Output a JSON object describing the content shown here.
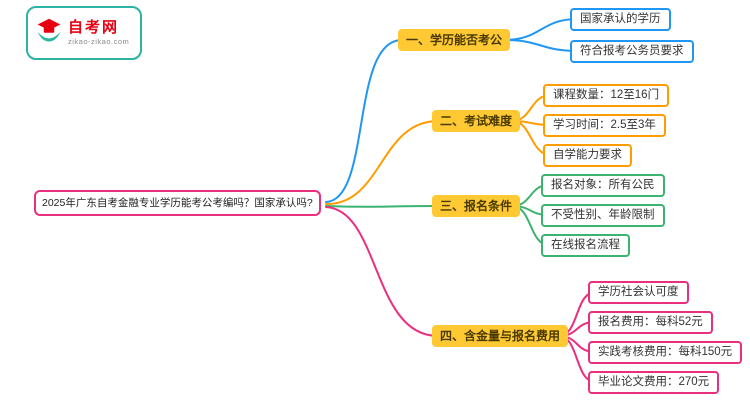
{
  "logo": {
    "title": "自考网",
    "subtitle": "zikao-zikao.com"
  },
  "root": {
    "label": "2025年广东自考金融专业学历能考公考编吗？国家承认吗?"
  },
  "branches": [
    {
      "label": "一、学历能否考公",
      "color": "blue",
      "children": [
        "国家承认的学历",
        "符合报考公务员要求"
      ]
    },
    {
      "label": "二、考试难度",
      "color": "orange",
      "children": [
        "课程数量：12至16门",
        "学习时间：2.5至3年",
        "自学能力要求"
      ]
    },
    {
      "label": "三、报名条件",
      "color": "green",
      "children": [
        "报名对象：所有公民",
        "不受性别、年龄限制",
        "在线报名流程"
      ]
    },
    {
      "label": "四、含金量与报名费用",
      "color": "pink",
      "children": [
        "学历社会认可度",
        "报名费用：每科52元",
        "实践考核费用：每科150元",
        "毕业论文费用：270元"
      ]
    }
  ],
  "palette": {
    "blue": "#2196f3",
    "orange": "#ff9d00",
    "green": "#3cb371",
    "pink": "#ea2f7f",
    "label_bg": "#ffc933",
    "logo_red": "#e60012",
    "logo_teal": "#2bb3a3"
  }
}
